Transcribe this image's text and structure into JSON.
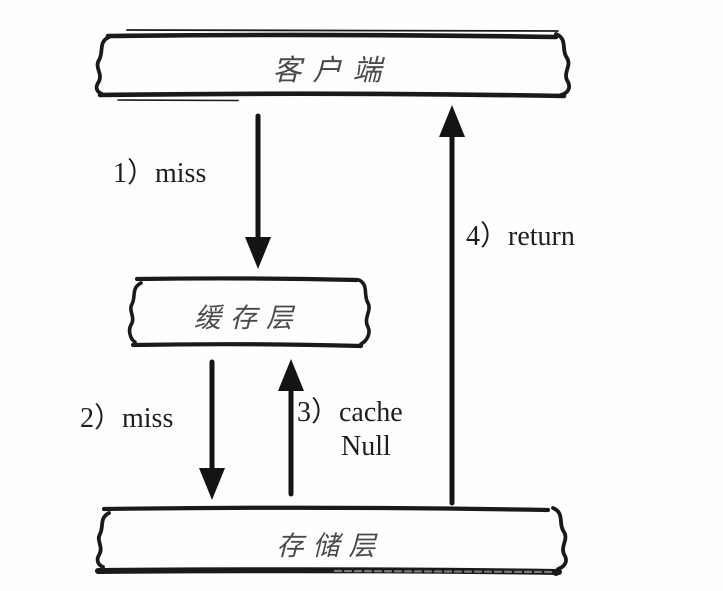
{
  "diagram": {
    "title_semantic": "cache-miss-flow-diagram",
    "background_color": "#fefefe",
    "ink_color": "#1a1a1a",
    "node_text_color": "#4a4a4a",
    "edge_text_color": "#1e1e1e",
    "nodes": [
      {
        "id": "client",
        "label": "客户端"
      },
      {
        "id": "cache-layer",
        "label": "缓存层"
      },
      {
        "id": "storage-layer",
        "label": "存储层"
      }
    ],
    "edges": [
      {
        "id": "edge-1",
        "from": "client",
        "to": "cache-layer",
        "direction": "down",
        "label": "1）miss"
      },
      {
        "id": "edge-2",
        "from": "cache-layer",
        "to": "storage-layer",
        "direction": "down",
        "label": "2）miss"
      },
      {
        "id": "edge-3",
        "from": "storage-layer",
        "to": "cache-layer",
        "direction": "up",
        "label_line1": "3）cache",
        "label_line2": "Null"
      },
      {
        "id": "edge-4",
        "from": "storage-layer",
        "to": "client",
        "direction": "up",
        "label": "4）return"
      }
    ]
  }
}
